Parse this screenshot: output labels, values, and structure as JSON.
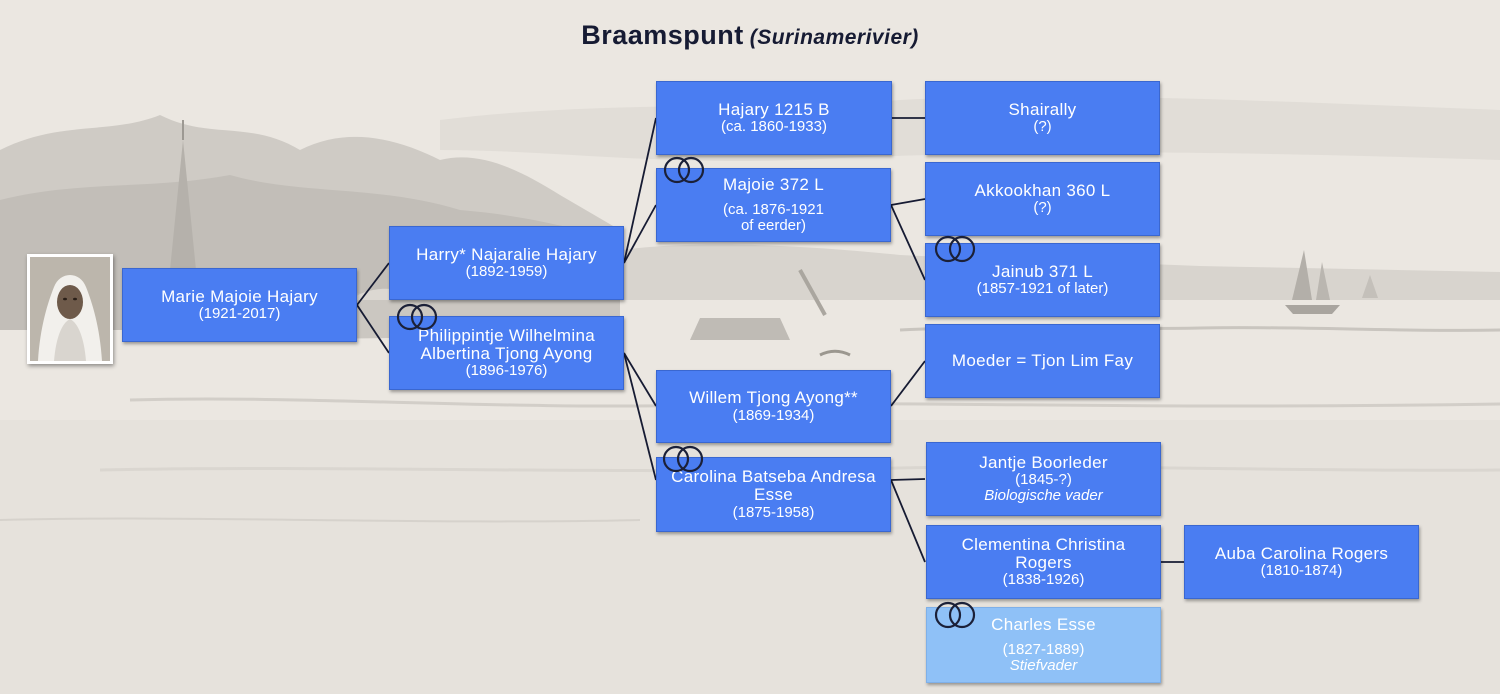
{
  "title": "Braamspunt",
  "subtitle": "(Surinamerivier)",
  "persons": {
    "marie": {
      "name": "Marie Majoie Hajary",
      "dates": "(1921-2017)"
    },
    "harry": {
      "name": "Harry* Najaralie Hajary",
      "dates": "(1892-1959)"
    },
    "philippintje": {
      "name_line1": "Philippintje Wilhelmina",
      "name_line2": "Albertina Tjong Ayong",
      "dates": "(1896-1976)"
    },
    "hajary1215": {
      "name": "Hajary 1215 B",
      "dates": "(ca. 1860-1933)"
    },
    "majoie372": {
      "name": "Majoie 372 L",
      "dates_line1": "(ca. 1876-1921",
      "dates_line2": "of eerder)"
    },
    "shairally": {
      "name": "Shairally",
      "dates": "(?)"
    },
    "akkookhan": {
      "name": "Akkookhan 360 L",
      "dates": "(?)"
    },
    "jainub": {
      "name": "Jainub 371 L",
      "dates": "(1857-1921 of later)"
    },
    "willem": {
      "name": "Willem Tjong Ayong**",
      "dates": "(1869-1934)"
    },
    "moeder": {
      "name": "Moeder = Tjon Lim Fay"
    },
    "carolina": {
      "name_line1": "Carolina Batseba Andresa",
      "name_line2": "Esse",
      "dates": "(1875-1958)"
    },
    "jantje": {
      "name": "Jantje Boorleder",
      "dates": "(1845-?)",
      "note": "Biologische vader"
    },
    "clementina": {
      "name_line1": "Clementina Christina",
      "name_line2": "Rogers",
      "dates": "(1838-1926)"
    },
    "auba": {
      "name": "Auba Carolina Rogers",
      "dates": "(1810-1874)"
    },
    "charles": {
      "name": "Charles Esse",
      "dates": "(1827-1889)",
      "note": "Stiefvader"
    }
  },
  "colors": {
    "box": "#4a7df2",
    "box_light": "#8fc1f7",
    "title": "#161b33",
    "rings": "#1b2038"
  },
  "icons": {
    "marriage": "interlocking-rings-icon",
    "portrait": "portrait-photo"
  }
}
